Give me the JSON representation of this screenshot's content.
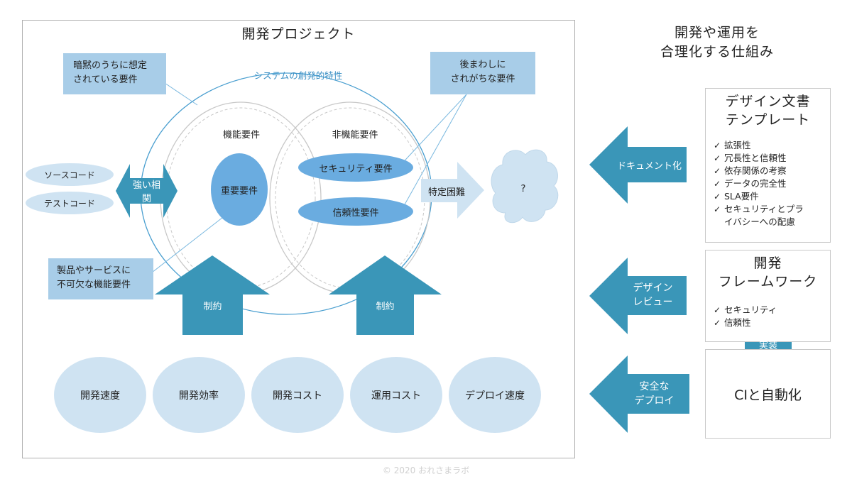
{
  "project": {
    "title": "開発プロジェクト",
    "system_label": "システムの創発的特性",
    "functional_label": "機能要件",
    "nonfunctional_label": "非機能要件",
    "important_req": "重要要件",
    "security_req": "セキュリティ要件",
    "reliability_req": "信頼性要件",
    "strong_correlation": "強い相関",
    "hard_to_specify": "特定困難",
    "unknown": "?",
    "constraint_label": "制約",
    "source_code": "ソースコード",
    "test_code": "テストコード",
    "callout_implicit": [
      "暗黙のうちに想定",
      "されている要件"
    ],
    "callout_postponed": [
      "後まわしに",
      "されがちな要件"
    ],
    "callout_essential": [
      "製品やサービスに",
      "不可欠な機能要件"
    ],
    "metrics": [
      "開発速度",
      "開発効率",
      "開発コスト",
      "運用コスト",
      "デプロイ速度"
    ]
  },
  "right": {
    "heading": [
      "開発や運用を",
      "合理化する仕組み"
    ],
    "design_doc": {
      "title": [
        "デザイン文書",
        "テンプレート"
      ],
      "items": [
        "拡張性",
        "冗長性と信頼性",
        "依存関係の考察",
        "データの完全性",
        "SLA要件",
        "セキュリティとプラ",
        "イバシーへの配慮"
      ]
    },
    "framework": {
      "title": [
        "開発",
        "フレームワーク"
      ],
      "items": [
        "セキュリティ",
        "信頼性"
      ]
    },
    "implement_label": "実装",
    "ci": "CIと自動化",
    "arrow_doc": "ドキュメント化",
    "arrow_review": [
      "デザイン",
      "レビュー"
    ],
    "arrow_deploy": [
      "安全な",
      "デプロイ"
    ]
  },
  "footer": {
    "copyright": "© 2020 おれさまラボ"
  },
  "colors": {
    "arrow_teal": "#3a96b8",
    "callout_blue": "#a8cde8",
    "pale_blue": "#cfe3f2",
    "mid_blue": "#6aace0",
    "outline_blue": "#4a9fd0"
  }
}
